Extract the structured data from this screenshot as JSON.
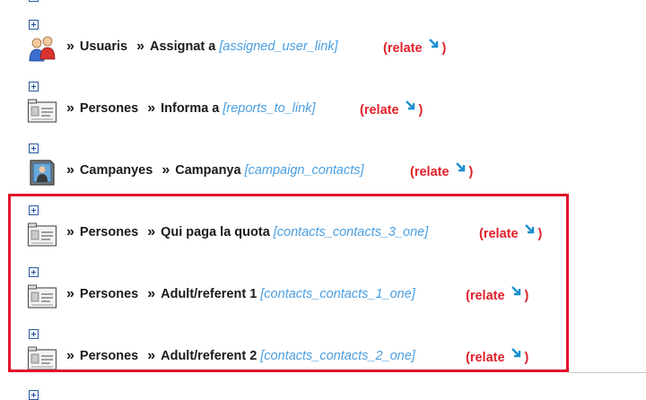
{
  "separator": "»",
  "relate_open": "(relate",
  "relate_close": ")",
  "rows": [
    {
      "module": "Usuaris",
      "field": "Assignat a",
      "link": "[assigned_user_link]",
      "icon": "users-icon"
    },
    {
      "module": "Persones",
      "field": "Informa a",
      "link": "[reports_to_link]",
      "icon": "contact-card-icon"
    },
    {
      "module": "Campanyes",
      "field": "Campanya",
      "link": "[campaign_contacts]",
      "icon": "campaign-monitor-icon"
    },
    {
      "module": "Persones",
      "field": "Qui paga la quota",
      "link": "[contacts_contacts_3_one]",
      "icon": "contact-card-icon"
    },
    {
      "module": "Persones",
      "field": "Adult/referent 1",
      "link": "[contacts_contacts_1_one]",
      "icon": "contact-card-icon"
    },
    {
      "module": "Persones",
      "field": "Adult/referent 2",
      "link": "[contacts_contacts_2_one]",
      "icon": "contact-card-icon"
    }
  ],
  "colors": {
    "link": "#4a9ee0",
    "relate": "#e0202a",
    "highlight": "#e0122c"
  }
}
